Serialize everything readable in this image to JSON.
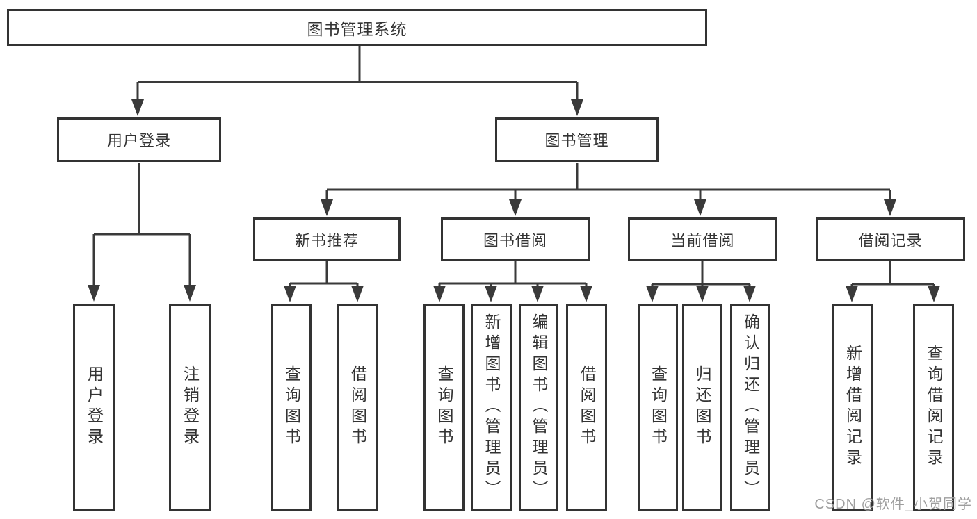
{
  "diagram": {
    "type": "tree",
    "root": {
      "label": "图书管理系统"
    },
    "level2": [
      {
        "label": "用户登录"
      },
      {
        "label": "图书管理"
      }
    ],
    "level3": [
      {
        "label": "新书推荐",
        "parent": "图书管理"
      },
      {
        "label": "图书借阅",
        "parent": "图书管理"
      },
      {
        "label": "当前借阅",
        "parent": "图书管理"
      },
      {
        "label": "借阅记录",
        "parent": "图书管理"
      }
    ],
    "leaves": [
      {
        "label": "用户登录",
        "parent": "用户登录"
      },
      {
        "label": "注销登录",
        "parent": "用户登录"
      },
      {
        "label": "查询图书",
        "parent": "新书推荐"
      },
      {
        "label": "借阅图书",
        "parent": "新书推荐"
      },
      {
        "label": "查询图书",
        "parent": "图书借阅"
      },
      {
        "label": "新增图书（管理员）",
        "parent": "图书借阅"
      },
      {
        "label": "编辑图书（管理员）",
        "parent": "图书借阅"
      },
      {
        "label": "借阅图书",
        "parent": "图书借阅"
      },
      {
        "label": "查询图书",
        "parent": "当前借阅"
      },
      {
        "label": "归还图书",
        "parent": "当前借阅"
      },
      {
        "label": "确认归还（管理员）",
        "parent": "当前借阅"
      },
      {
        "label": "新增借阅记录",
        "parent": "借阅记录"
      },
      {
        "label": "查询借阅记录",
        "parent": "借阅记录"
      }
    ],
    "colors": {
      "line": "#3a3a3a",
      "border": "#333333",
      "text": "#333333",
      "background": "#ffffff",
      "watermark": "#9e9e9e"
    }
  },
  "watermark": {
    "text": "CSDN @软件_小贺同学"
  }
}
